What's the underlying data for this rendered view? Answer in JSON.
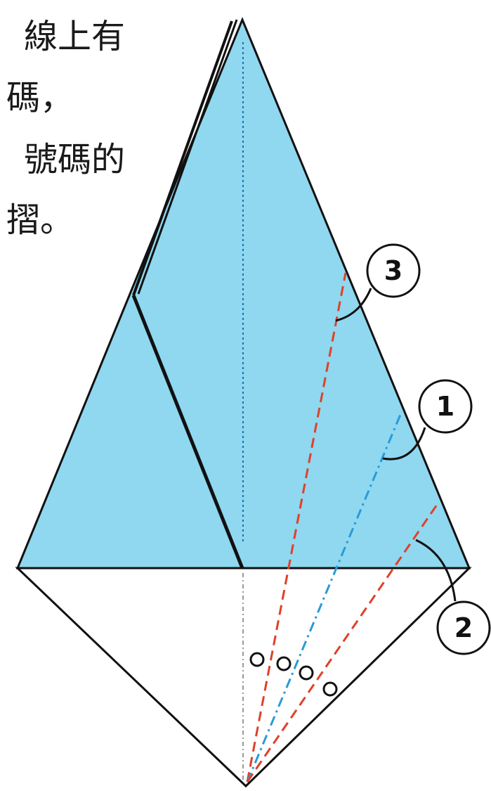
{
  "instruction": {
    "lines": [
      "線上有",
      "碼，",
      "號碼的",
      "摺。"
    ]
  },
  "fold_labels": {
    "one": "1",
    "two": "2",
    "three": "3"
  },
  "colors": {
    "paper_fill": "#8fd8ef",
    "outline": "#111111",
    "valley_fold": "#e0402a",
    "mountain_fold": "#2a9ad8",
    "center_line": "#1a6fb5",
    "back_panel": "#ffffff"
  },
  "icons": {
    "pivot_marks": "circle-icon"
  }
}
